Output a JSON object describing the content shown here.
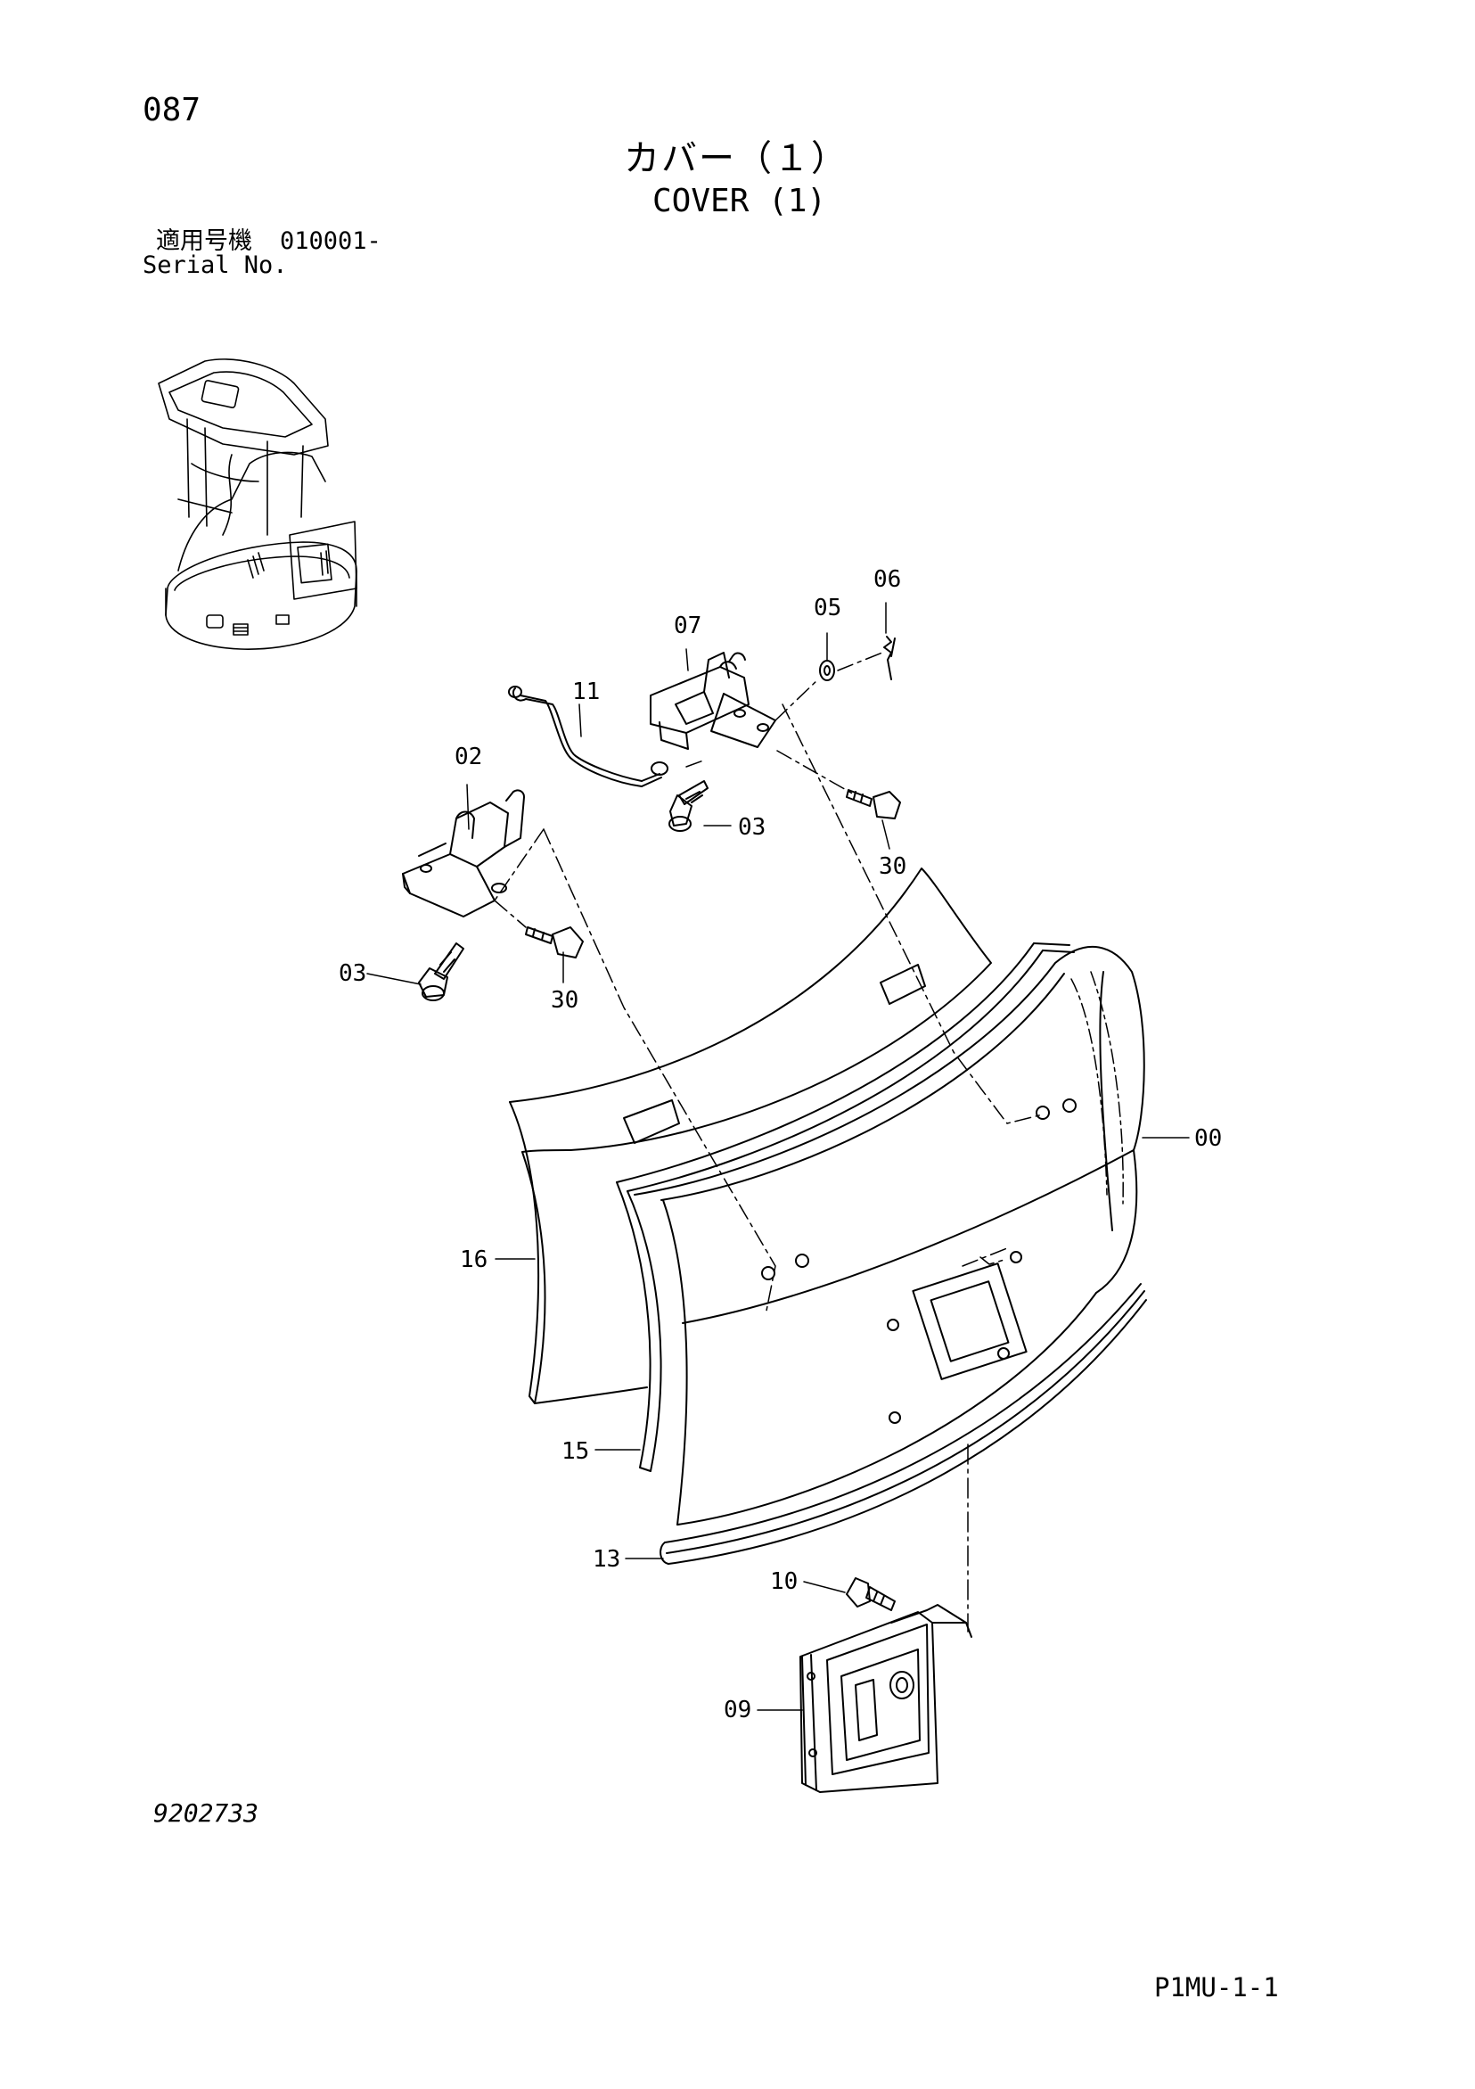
{
  "page_number": "087",
  "title_jp": "カバー（１）",
  "title_en": "COVER (1)",
  "serial_label_jp": "適用号機",
  "serial_value": "010001-",
  "serial_label_en": "Serial No.",
  "drawing_number": "9202733",
  "page_code": "P1MU-1-1",
  "callouts": {
    "c00": "00",
    "c02": "02",
    "c03a": "03",
    "c03b": "03",
    "c05": "05",
    "c06": "06",
    "c07": "07",
    "c09": "09",
    "c10": "10",
    "c11": "11",
    "c13": "13",
    "c15": "15",
    "c16": "16",
    "c30a": "30",
    "c30b": "30"
  }
}
